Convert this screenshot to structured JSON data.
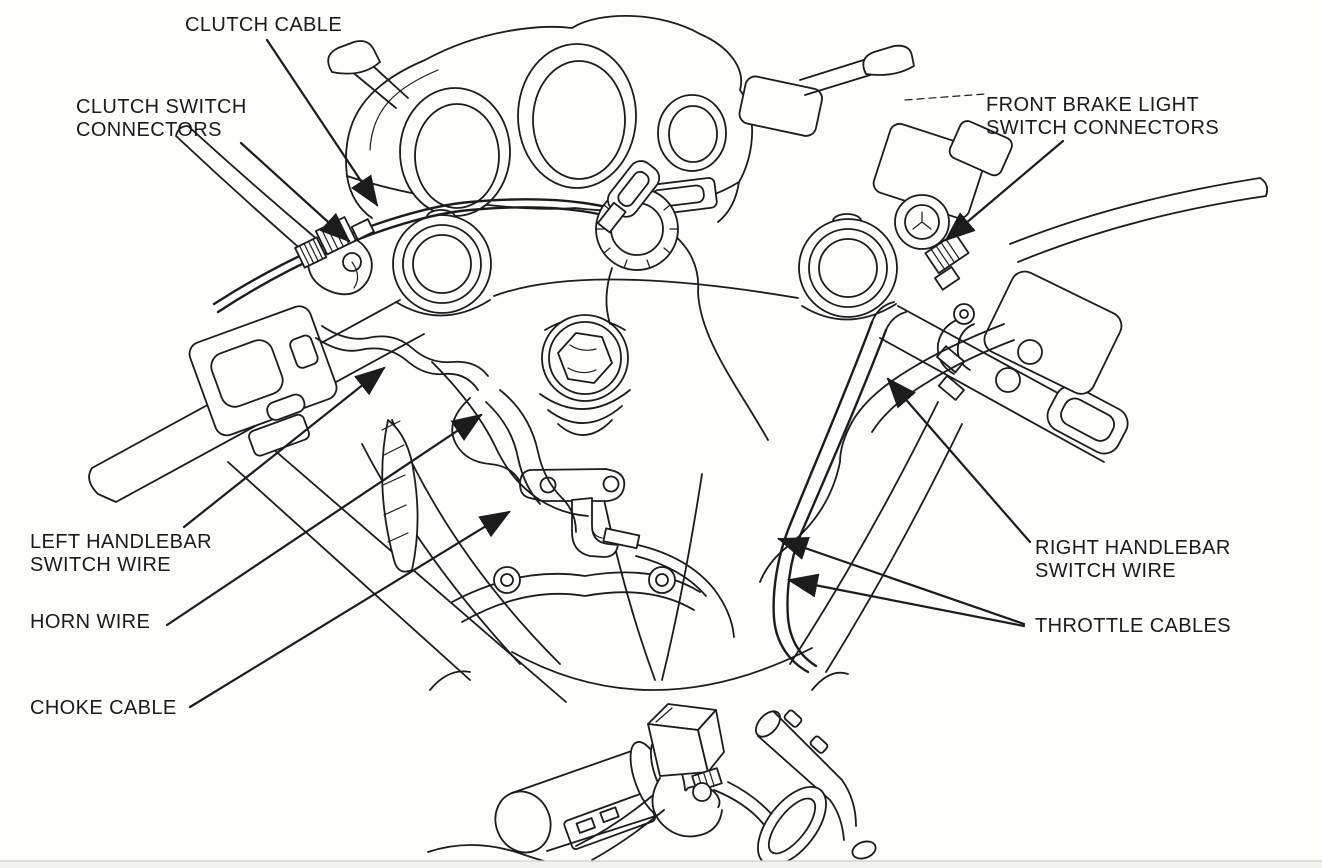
{
  "figure": {
    "colors": {
      "ink": "#1c1c1c",
      "paper": "#fdfdfb"
    },
    "labels": {
      "clutch_cable": {
        "line1": "CLUTCH CABLE"
      },
      "clutch_switch_connectors": {
        "line1": "CLUTCH SWITCH",
        "line2": "CONNECTORS"
      },
      "front_brake_light_switch_connectors": {
        "line1": "FRONT BRAKE LIGHT",
        "line2": "SWITCH CONNECTORS"
      },
      "left_handlebar_switch_wire": {
        "line1": "LEFT HANDLEBAR",
        "line2": "SWITCH WIRE"
      },
      "horn_wire": {
        "line1": "HORN WIRE"
      },
      "choke_cable": {
        "line1": "CHOKE CABLE"
      },
      "right_handlebar_switch_wire": {
        "line1": "RIGHT HANDLEBAR",
        "line2": "SWITCH WIRE"
      },
      "throttle_cables": {
        "line1": "THROTTLE CABLES"
      }
    }
  }
}
